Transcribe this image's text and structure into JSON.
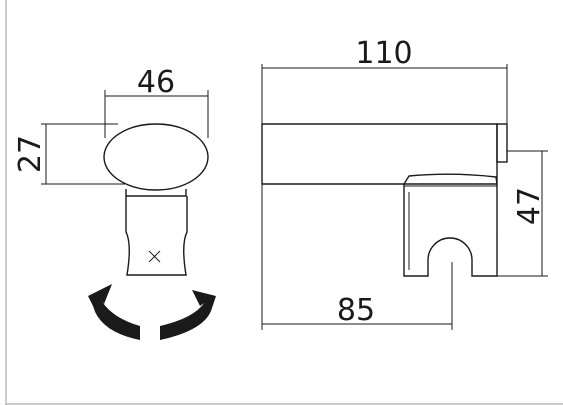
{
  "dimensions": {
    "front_width": "46",
    "front_height": "27",
    "side_length": "110",
    "side_height": "47",
    "side_offset": "85"
  },
  "colors": {
    "line": "#1a1a1a",
    "frame": "#9a9a9a",
    "background": "#ffffff"
  },
  "icons": {
    "rotation": "rotate-arrows-icon",
    "marker": "cross-mark-icon"
  }
}
